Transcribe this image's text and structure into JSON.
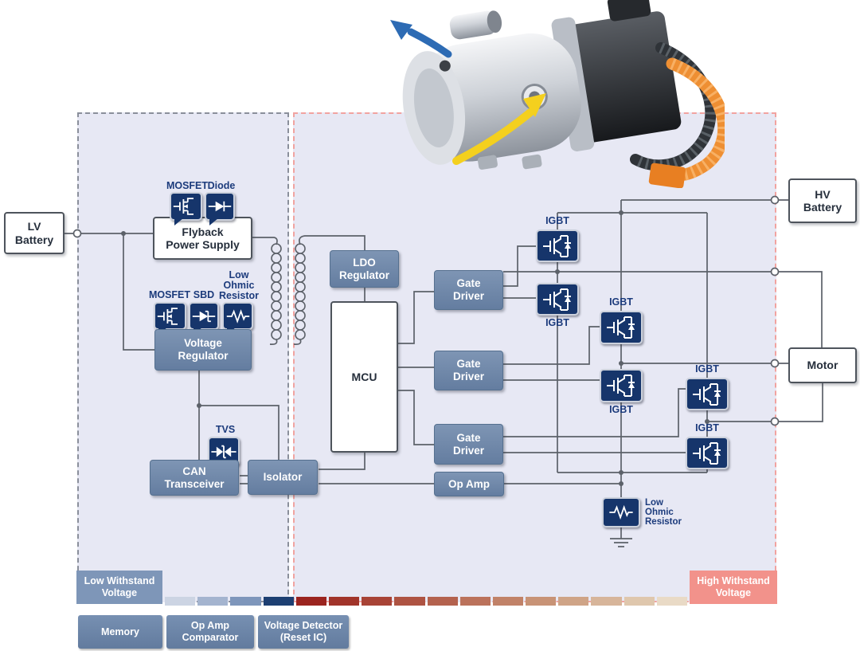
{
  "blocks": {
    "lv_battery": "LV\nBattery",
    "hv_battery": "HV\nBattery",
    "motor": "Motor",
    "flyback": "Flyback\nPower Supply",
    "voltage_regulator": "Voltage\nRegulator",
    "can_transceiver": "CAN\nTransceiver",
    "isolator": "Isolator",
    "ldo_regulator": "LDO\nRegulator",
    "mcu": "MCU",
    "gate_driver": "Gate\nDriver",
    "op_amp": "Op Amp",
    "memory": "Memory",
    "op_amp_comparator": "Op Amp\nComparator",
    "voltage_detector": "Voltage Detector\n(Reset IC)"
  },
  "component_labels": {
    "mosfet": "MOSFET",
    "diode": "Diode",
    "sbd": "SBD",
    "low_ohmic_resistor": "Low\nOhmic\nResistor",
    "tvs": "TVS",
    "igbt": "IGBT"
  },
  "legend": {
    "low_withstand": "Low Withstand\nVoltage",
    "high_withstand": "High Withstand\nVoltage",
    "gradient_blue": [
      "#ccd4e3",
      "#a4b4cf",
      "#7e96bb",
      "#1d3f72"
    ],
    "gradient_red": [
      "#9b241f",
      "#a1342a",
      "#a84336",
      "#ae5342",
      "#b4624e",
      "#bb725b",
      "#c18268",
      "#c89376",
      "#cfa487",
      "#d7b59a",
      "#dfc7ad",
      "#e9dac6"
    ]
  },
  "colors": {
    "region_fill": "#e7e8f4",
    "lv_region_border": "#8a8f9b",
    "hv_region_border": "#f1a3a0",
    "block_blue": "#6e87a9",
    "icon_tile_navy": "#16356b",
    "wire": "#5c6169",
    "label_navy": "#1c3b7c",
    "low_withstand_box": "#7e96b8",
    "high_withstand_box": "#f2928b",
    "hose_orange": "#ee8f33",
    "arrow_blue": "#2d6bb4",
    "arrow_yellow": "#f4d01e"
  }
}
